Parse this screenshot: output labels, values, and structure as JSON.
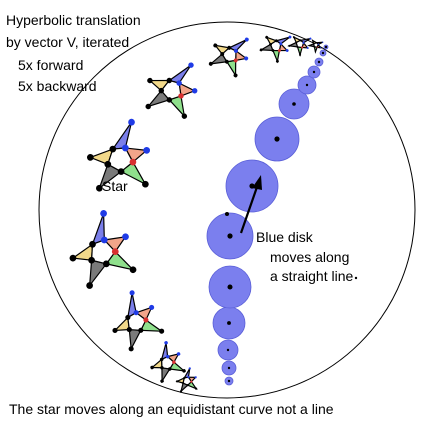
{
  "labels": {
    "title_line1": "Hyperbolic translation",
    "title_line2": "by vector V, iterated",
    "forward": "5x forward",
    "backward": "5x backward",
    "star": "Star",
    "disk_line1": "Blue disk",
    "disk_line2": "moves along",
    "disk_line3": "a straight line",
    "caption": "The star moves along an equidistant curve not a line"
  },
  "colors": {
    "disk_fill": "#7b7fee",
    "disk_stroke": "#5a5fd8",
    "arm_blue": "#7a7ee9",
    "arm_gray": "#7a7a7a",
    "arm_green": "#8fe08c",
    "arm_yellow": "#f2d98a",
    "arm_pink": "#f2a58a",
    "vertex_dark": "#000000",
    "vertex_blue": "#1f3be6",
    "vertex_red": "#d83030"
  }
}
